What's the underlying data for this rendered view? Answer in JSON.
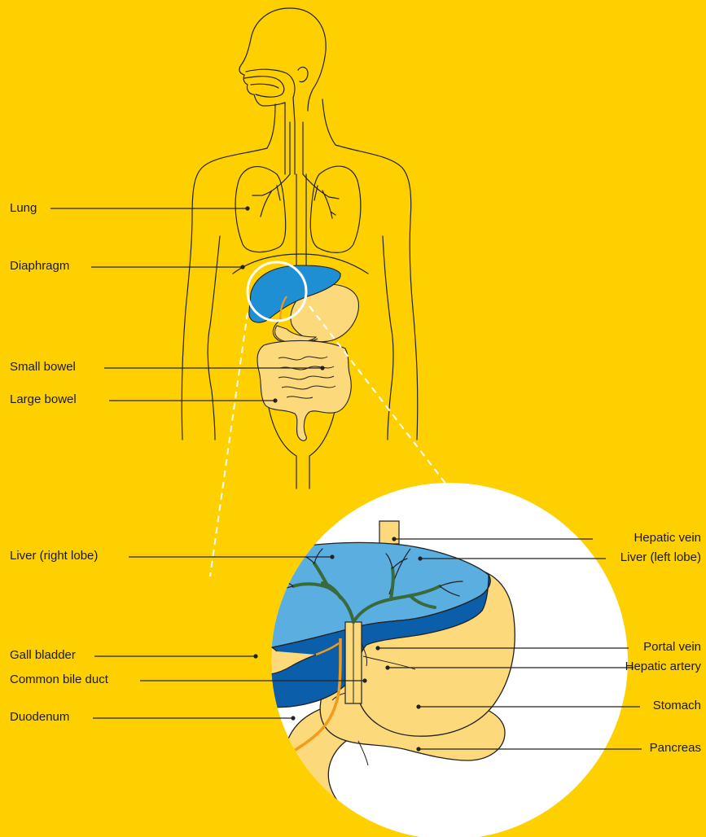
{
  "colors": {
    "background": "#ffd000",
    "outline": "#222222",
    "liver_light": "#5aaee0",
    "liver_dark": "#0a5eaa",
    "liver_small": "#1f8fd4",
    "organ_fill": "#fcd97a",
    "bile_duct": "#f29a1a",
    "hepatic_vessels": "#3a6a3a",
    "magnifier_fill": "#ffffff"
  },
  "icons": {
    "figure": "human-torso-outline",
    "magnifier": "magnifier-circle"
  },
  "labels": {
    "lung": "Lung",
    "diaphragm": "Diaphragm",
    "small_bowel": "Small bowel",
    "large_bowel": "Large bowel",
    "liver_right_lobe": "Liver (right lobe)",
    "gall_bladder": "Gall bladder",
    "common_bile_duct": "Common bile duct",
    "duodenum": "Duodenum",
    "hepatic_vein": "Hepatic vein",
    "liver_left_lobe": "Liver (left lobe)",
    "portal_vein": "Portal vein",
    "hepatic_artery": "Hepatic artery",
    "stomach": "Stomach",
    "pancreas": "Pancreas"
  }
}
